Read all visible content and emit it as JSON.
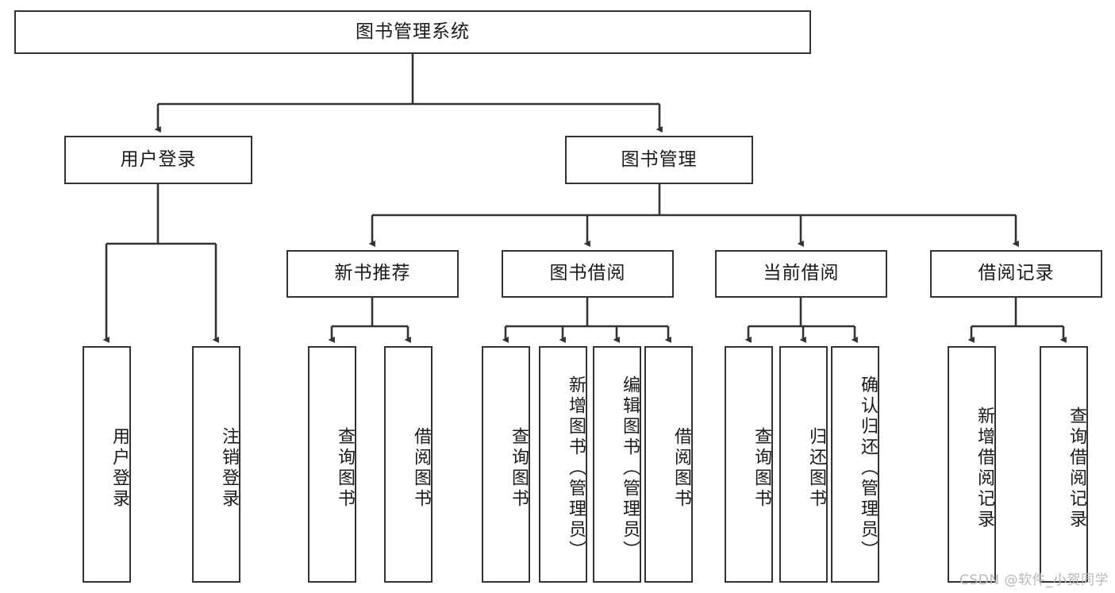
{
  "diagram": {
    "type": "tree",
    "title": "图书管理系统",
    "root": {
      "label": "图书管理系统"
    },
    "level2": [
      {
        "label": "用户登录"
      },
      {
        "label": "图书管理"
      }
    ],
    "level3": [
      {
        "label": "新书推荐"
      },
      {
        "label": "图书借阅"
      },
      {
        "label": "当前借阅"
      },
      {
        "label": "借阅记录"
      }
    ],
    "leaves": {
      "user_login": [
        {
          "label": "用户登录"
        },
        {
          "label": "注销登录"
        }
      ],
      "new_book_recommend": [
        {
          "label": "查询图书"
        },
        {
          "label": "借阅图书"
        }
      ],
      "book_borrow": [
        {
          "label": "查询图书"
        },
        {
          "label": "新增图书（管理员）"
        },
        {
          "label": "编辑图书（管理员）"
        },
        {
          "label": "借阅图书"
        }
      ],
      "current_borrow": [
        {
          "label": "查询图书"
        },
        {
          "label": "归还图书"
        },
        {
          "label": "确认归还（管理员）"
        }
      ],
      "borrow_record": [
        {
          "label": "新增借阅记录"
        },
        {
          "label": "查询借阅记录"
        }
      ]
    },
    "watermark": "CSDN @软件_小贺同学",
    "colors": {
      "border": "#333333",
      "background": "#ffffff",
      "text": "#1a1a1a",
      "watermark": "#b8b8b8"
    }
  }
}
